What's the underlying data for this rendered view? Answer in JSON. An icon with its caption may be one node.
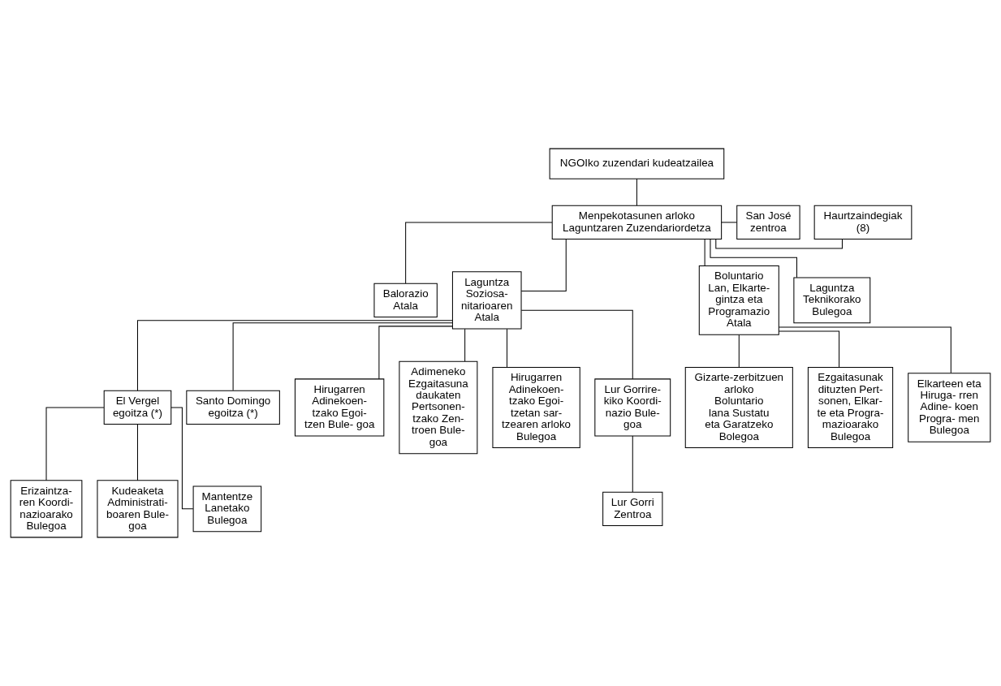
{
  "diagram": {
    "nodes": [
      {
        "text": [
          "NGOIko zuzendari kudeatzailea"
        ]
      },
      {
        "text": [
          "Haurtzaindegiak (8)"
        ]
      },
      {
        "text": [
          "Menpekotasunen arloko Laguntzaren Zuzendariordetza"
        ]
      },
      {
        "text": [
          "San José zentroa"
        ]
      },
      {
        "text": [
          "Balorazio Atala"
        ]
      },
      {
        "text": [
          "Laguntza Soziosa- nitarioaren Atala"
        ]
      },
      {
        "text": [
          "El Vergel egoitza (*)"
        ]
      },
      {
        "text": [
          "Santo Domingo egoitza (*)"
        ]
      },
      {
        "text": [
          "Boluntario Lan, Elkarte- gintza eta Programazio Atala"
        ]
      },
      {
        "text": [
          "Erizaintza- ren Koordi- nazioarako Bulegoa"
        ]
      },
      {
        "text": [
          "Kudeaketa Administrati- boaren Bule- goa"
        ]
      },
      {
        "text": [
          "Mantentze Lanetako Bulegoa"
        ]
      },
      {
        "text": [
          "Hirugarren Adinekoen- tzako Egoi- tzen Bule- goa"
        ]
      },
      {
        "text": [
          "Adimeneko Ezgaitasuna daukaten Pertsonen- tzako Zen- troen Bule- goa"
        ]
      },
      {
        "text": [
          "Hirugarren Adinekoen- tzako Egoi- tzetan sar- tzearen arloko Bulegoa"
        ]
      },
      {
        "text": [
          "Lur Gorrire- kiko Koordi- nazio Bule- goa"
        ]
      },
      {
        "text": [
          "Laguntza Teknikorako Bulegoa"
        ]
      },
      {
        "text": [
          "Lur Gorri Zentroa"
        ]
      },
      {
        "text": [
          "Gizarte-zerbitzuen arloko Boluntario lana Sustatu eta Garatzeko Bolegoa"
        ]
      },
      {
        "text": [
          "Ezgaitasunak dituzten Pert- sonen, Elkar- te eta Progra- mazioarako Bulegoa"
        ]
      },
      {
        "text": [
          "Elkarteen eta Hiruga- rren Adine- koen Progra- men Bulegoa"
        ]
      }
    ],
    "edges": [
      {
        "from": 0,
        "to": 2,
        "arrow": "none"
      },
      {
        "from": 2,
        "to": 1,
        "arrow": "none"
      },
      {
        "from": 2,
        "to": 3,
        "arrow": "none"
      },
      {
        "from": 2,
        "to": 4,
        "arrow": "none"
      },
      {
        "from": 2,
        "to": 5,
        "arrow": "none"
      },
      {
        "from": 2,
        "to": 8,
        "arrow": "none"
      },
      {
        "from": 2,
        "to": 16,
        "arrow": "none"
      },
      {
        "from": 5,
        "to": 6,
        "arrow": "none"
      },
      {
        "from": 5,
        "to": 7,
        "arrow": "none"
      },
      {
        "from": 6,
        "to": 9,
        "arrow": "none"
      },
      {
        "from": 6,
        "to": 10,
        "arrow": "none"
      },
      {
        "from": 6,
        "to": 11,
        "arrow": "none"
      },
      {
        "from": 5,
        "to": 12,
        "arrow": "none"
      },
      {
        "from": 5,
        "to": 13,
        "arrow": "none"
      },
      {
        "from": 5,
        "to": 14,
        "arrow": "none"
      },
      {
        "from": 5,
        "to": 15,
        "arrow": "none"
      },
      {
        "from": 15,
        "to": 17,
        "arrow": "none"
      },
      {
        "from": 8,
        "to": 18,
        "arrow": "none"
      },
      {
        "from": 8,
        "to": 19,
        "arrow": "none"
      },
      {
        "from": 8,
        "to": 20,
        "arrow": "none"
      }
    ]
  }
}
